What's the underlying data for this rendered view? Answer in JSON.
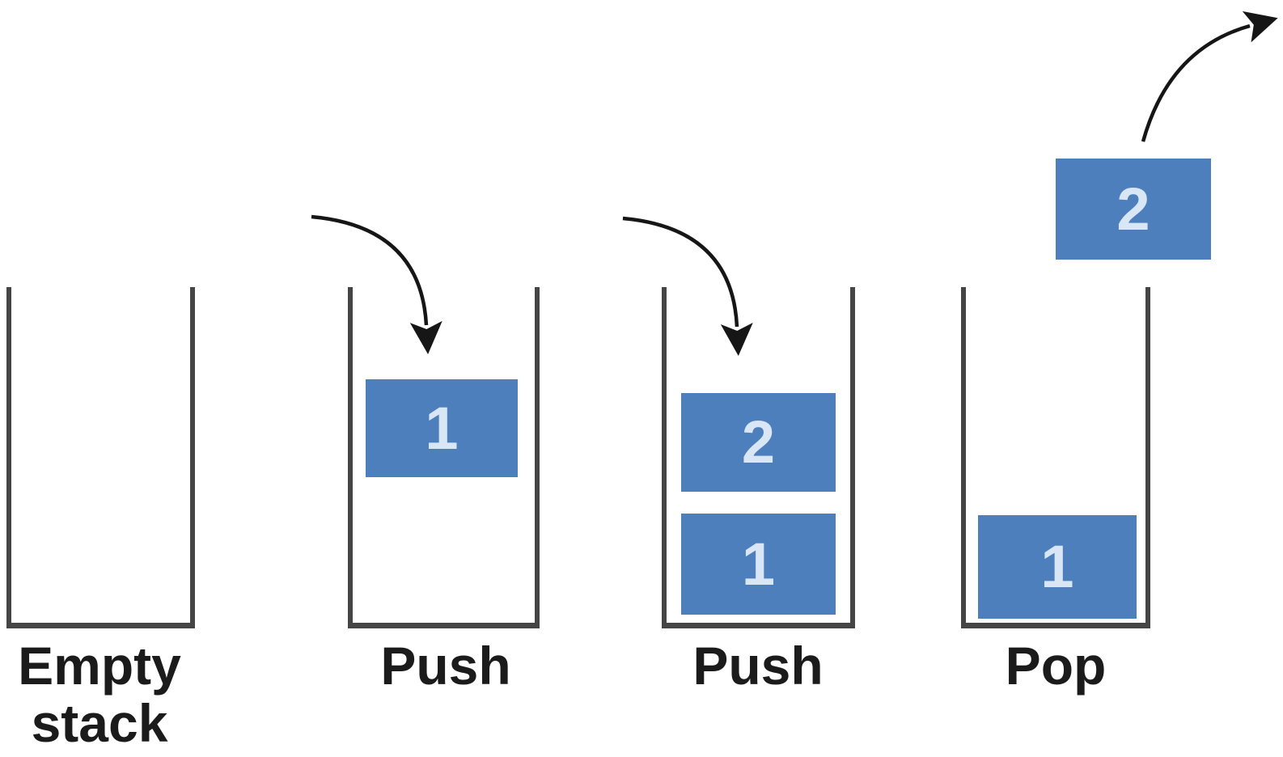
{
  "figure": {
    "description": "Stack data structure operations diagram",
    "colors": {
      "box_fill": "#4d7fbc",
      "box_number_text": "#d9e6f5",
      "container_stroke": "#454545",
      "label_text": "#1b1b1b",
      "arrow": "#161616",
      "background": "#ffffff"
    },
    "panels": [
      {
        "operation": "empty",
        "label_line1": "Empty",
        "label_line2": "stack",
        "boxes": []
      },
      {
        "operation": "push",
        "label": "Push",
        "boxes": [
          {
            "value": "1"
          }
        ]
      },
      {
        "operation": "push",
        "label": "Push",
        "boxes": [
          {
            "value": "2"
          },
          {
            "value": "1"
          }
        ]
      },
      {
        "operation": "pop",
        "label": "Pop",
        "boxes": [
          {
            "value": "1"
          }
        ],
        "popped_value": "2"
      }
    ]
  }
}
